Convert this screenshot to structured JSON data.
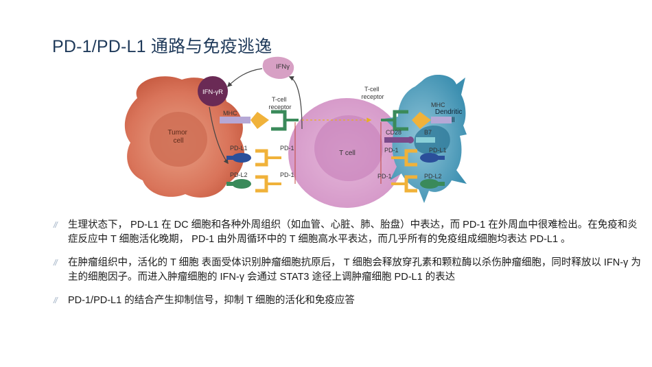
{
  "title": "PD-1/PD-L1 通路与免疫逃逸",
  "figure": {
    "ifn": "IFNγ",
    "ifn_receptor": "IFN-γR",
    "tumor_cell": "Tumor\ncell",
    "t_cell": "T cell",
    "dendritic_cell": "Dendritic\ncell",
    "mhc_left": "MHC",
    "mhc_right": "MHC",
    "tcr_left": "T-cell\nreceptor",
    "tcr_right": "T-cell\nreceptor",
    "pdl1_left": "PD-L1",
    "pdl2_left": "PD-L2",
    "pd1_left_top": "PD-1",
    "pd1_left_bottom": "PD-1",
    "cd28": "CD28",
    "b7": "B7",
    "pd1_right_top": "PD-1",
    "pd1_right_bottom": "PD-1",
    "pdl1_right": "PD-L1",
    "pdl2_right": "PD-L2"
  },
  "bullets": [
    {
      "marker": "//",
      "text": "生理状态下， PD-L1 在 DC 细胞和各种外周组织（如血管、心脏、肺、胎盘）中表达，而 PD-1 在外周血中很难检出。在免疫和炎症反应中 T 细胞活化晚期， PD-1 由外周循环中的 T 细胞高水平表达，而几乎所有的免疫组成细胞均表达 PD-L1 。"
    },
    {
      "marker": "//",
      "text": "在肿瘤组织中，活化的 T 细胞 表面受体识别肿瘤细胞抗原后， T 细胞会释放穿孔素和颗粒酶以杀伤肿瘤细胞，同时释放以 IFN-γ 为主的细胞因子。而进入肿瘤细胞的 IFN-γ 会通过 STAT3 途径上调肿瘤细胞 PD-L1 的表达"
    },
    {
      "marker": "//",
      "text": "PD-1/PD-L1 的结合产生抑制信号，抑制 T 细胞的活化和免疫应答"
    }
  ]
}
